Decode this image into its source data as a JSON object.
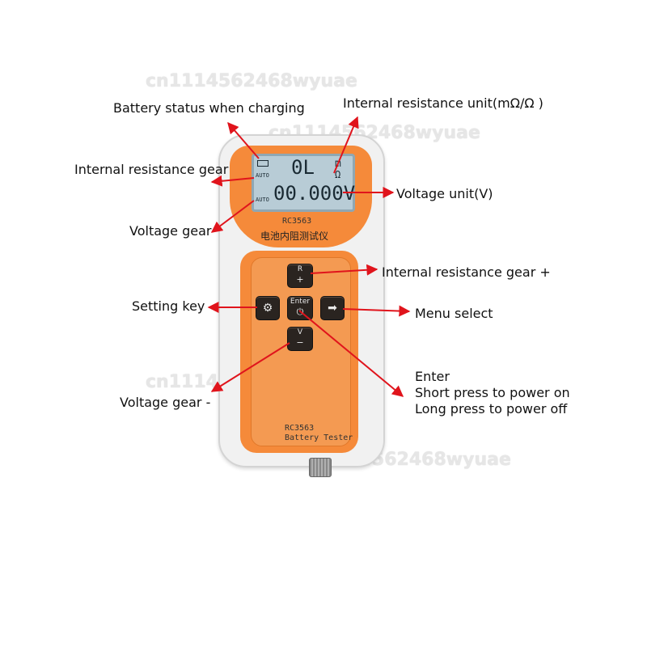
{
  "watermarks": [
    "cn1114562468wyuae",
    "cn1114562468wyuae",
    "cn1114562468wyuae",
    "cn1114562468wyuae"
  ],
  "callouts": {
    "battery_status": "Battery status when charging",
    "resistance_unit": "Internal resistance unit(mΩ/Ω )",
    "resistance_gear": "Internal resistance gear",
    "voltage_unit": "Voltage unit(V)",
    "voltage_gear": "Voltage gear",
    "resistance_gear_plus": "Internal resistance gear +",
    "setting_key": "Setting key",
    "menu_select": "Menu select",
    "voltage_gear_minus": "Voltage gear -",
    "enter_line1": "Enter",
    "enter_line2": "Short press to power on",
    "enter_line3": "Long press to power off"
  },
  "device": {
    "lcd": {
      "auto1": "AUTO",
      "auto2": "AUTO",
      "resistance_reading": "0L",
      "resistance_unit_symbol": "m",
      "resistance_unit_ohm": "Ω",
      "voltage_reading": "00.000V"
    },
    "model_top": "RC3563",
    "chinese_name": "电池内阻测试仪",
    "keys": {
      "r_top": "R",
      "r_bot": "+",
      "enter_top": "Enter",
      "enter_bot": "⏻",
      "v_top": "V",
      "v_bot": "−",
      "settings_glyph": "⚙",
      "menu_glyph": "➡"
    },
    "model_bottom": "RC3563",
    "brand_bottom": "Battery Tester"
  },
  "colors": {
    "device_orange": "#f58a3a",
    "arrow_red": "#e0141c",
    "lcd_background": "#b8ccd6"
  }
}
